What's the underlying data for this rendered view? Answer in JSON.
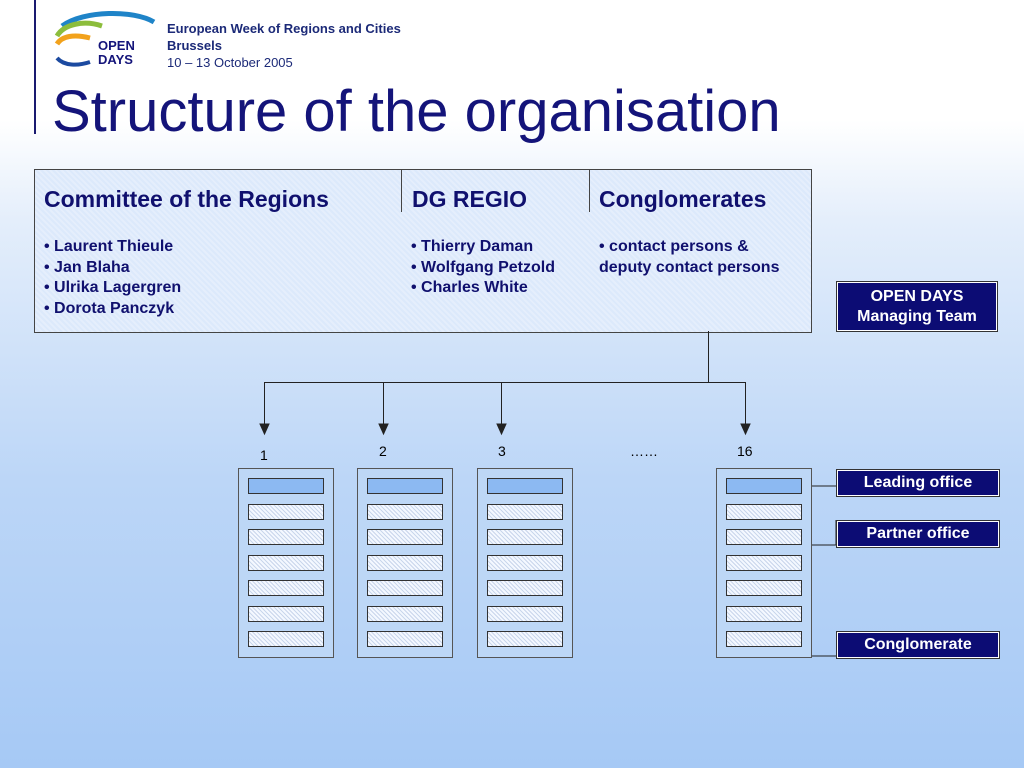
{
  "header": {
    "logo_line1": "OPEN",
    "logo_line2": "DAYS",
    "event_name": "European Week of Regions and Cities",
    "event_city": "Brussels",
    "event_dates": "10 – 13 October 2005"
  },
  "title": "Structure of the organisation",
  "partners": [
    {
      "heading": "Committee of the Regions",
      "members": [
        "• Laurent Thieule",
        "• Jan Blaha",
        "• Ulrika Lagergren",
        "• Dorota Panczyk"
      ]
    },
    {
      "heading": "DG REGIO",
      "members": [
        "• Thierry Daman",
        "• Wolfgang Petzold",
        "• Charles White"
      ]
    },
    {
      "heading": "Conglomerates",
      "members": [
        "• contact persons &",
        "deputy contact persons"
      ]
    }
  ],
  "managing_team": {
    "line1": "OPEN DAYS",
    "line2": "Managing Team"
  },
  "conglomerate_numbers": [
    "1",
    "2",
    "3",
    "……",
    "16"
  ],
  "legend": {
    "leading": "Leading office",
    "partner": "Partner office",
    "conglomerate": "Conglomerate"
  },
  "colors": {
    "title": "#14147a",
    "label_box": "#0c0c74",
    "leading_slot": "#8cb9f2"
  }
}
